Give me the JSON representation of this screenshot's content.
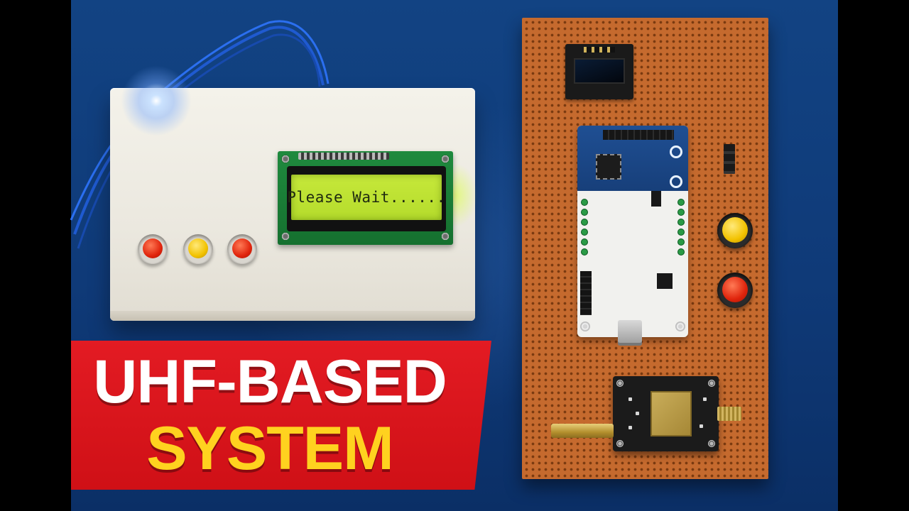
{
  "title": {
    "line1": "UHF-BASED",
    "line2": "SYSTEM"
  },
  "lcd": {
    "text": "Please Wait......"
  },
  "colors": {
    "background": "#124383",
    "banner": "#e31b23",
    "title_primary": "#ffffff",
    "title_secondary": "#ffd21f",
    "lcd_backlight": "#c6e83a",
    "perfboard": "#c56a2e",
    "button_red": "#e0240c",
    "button_yellow": "#f2c200"
  },
  "enclosure": {
    "buttons": [
      {
        "color": "red"
      },
      {
        "color": "yellow"
      },
      {
        "color": "red"
      }
    ]
  },
  "board": {
    "buttons": [
      {
        "color": "yellow"
      },
      {
        "color": "red"
      }
    ],
    "components": [
      "oled-display",
      "arduino-board",
      "uhf-module",
      "sma-connector",
      "coax-connector",
      "pin-header"
    ]
  }
}
